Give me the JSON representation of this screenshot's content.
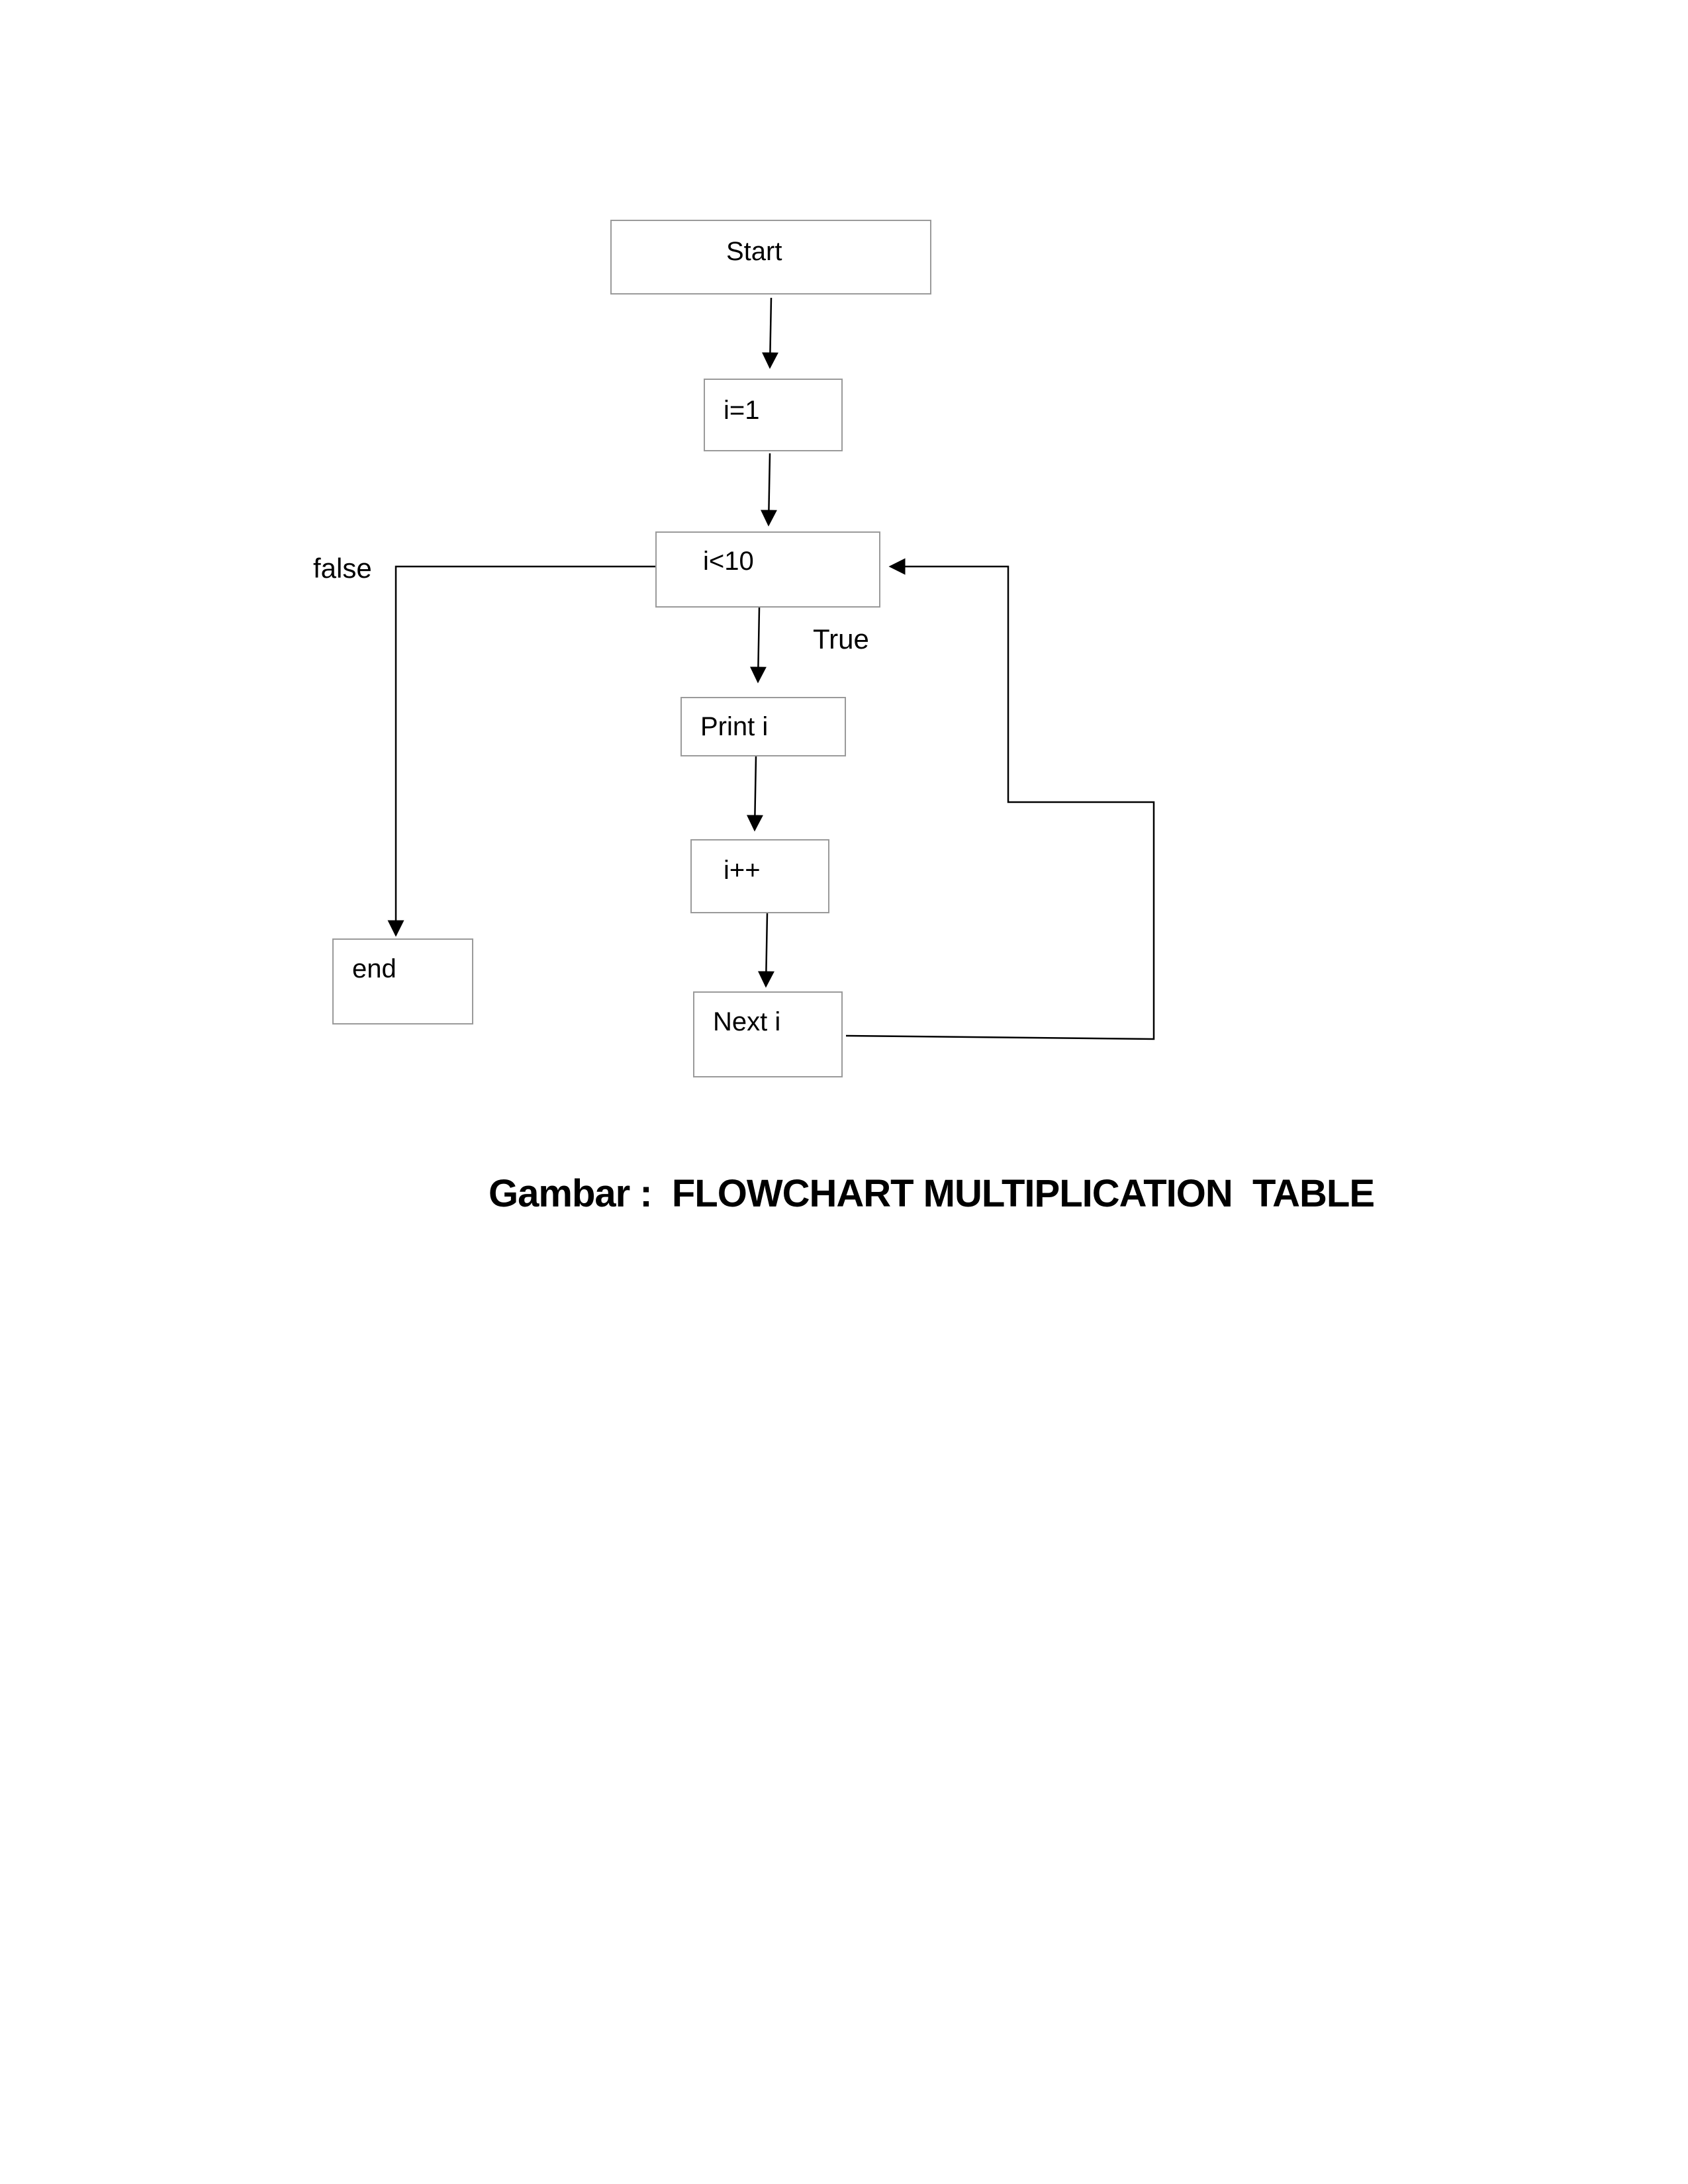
{
  "diagram": {
    "nodes": {
      "start": "Start",
      "init": "i=1",
      "condition": "i<10",
      "print": "Print i",
      "increment": "i++",
      "next": "Next i",
      "end": "end"
    },
    "edge_labels": {
      "false": "false",
      "true": "True"
    },
    "caption": "Gambar :  FLOWCHART MULTIPLICATION  TABLE",
    "colors": {
      "line": "#000000",
      "box_border": "#9a9a9a",
      "background": "#ffffff"
    }
  }
}
